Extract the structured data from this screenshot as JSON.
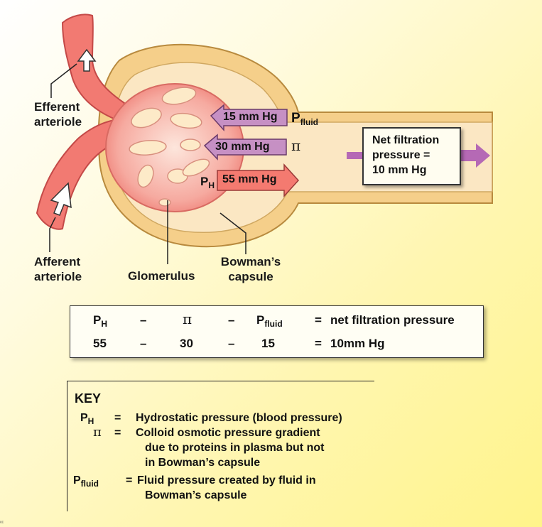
{
  "labels": {
    "efferent": [
      "Efferent",
      "arteriole"
    ],
    "afferent": [
      "Afferent",
      "arteriole"
    ],
    "glomerulus": "Glomerulus",
    "bowman": [
      "Bowman’s",
      "capsule"
    ]
  },
  "arrows": {
    "pfluid_value": "15 mm Hg",
    "pfluid_symbol": "P",
    "pfluid_sub": "fluid",
    "pi_value": "30 mm Hg",
    "pi_symbol": "π",
    "ph_value": "55 mm Hg",
    "ph_symbol": "P",
    "ph_sub": "H"
  },
  "net_box": [
    "Net filtration",
    "pressure =",
    "10 mm Hg"
  ],
  "equation": {
    "row1": {
      "ph": "P",
      "ph_sub": "H",
      "minus1": "–",
      "pi": "π",
      "minus2": "–",
      "pfluid": "P",
      "pfluid_sub": "fluid",
      "equals": "=",
      "result": "net filtration pressure"
    },
    "row2": {
      "ph": "55",
      "minus1": "–",
      "pi": "30",
      "minus2": "–",
      "pfluid": "15",
      "equals": "=",
      "result": "10mm Hg"
    }
  },
  "key": {
    "title": "KEY",
    "ph_symbol": "P",
    "ph_sub": "H",
    "ph_eq": "=",
    "ph_def": "Hydrostatic pressure (blood pressure)",
    "pi_symbol": "π",
    "pi_eq": "=",
    "pi_def": [
      "Colloid osmotic pressure gradient",
      "due to proteins in plasma but not",
      "in Bowman’s capsule"
    ],
    "pf_symbol": "P",
    "pf_sub": "fluid",
    "pf_eq": "=",
    "pf_def": [
      "Fluid pressure created by fluid in",
      "Bowman’s capsule"
    ]
  },
  "corner_mark": "ᵉᶜ",
  "colors": {
    "vessel": "#f07870",
    "vessel_edge": "#c54848",
    "glomerulus": "#f7a39a",
    "capsule_outer": "#f5d08c",
    "capsule_inner": "#fbe6c0",
    "arrow_purple": "#c690c4",
    "arrow_pink": "#f47a70",
    "flow_arrow": "#b569b5"
  }
}
